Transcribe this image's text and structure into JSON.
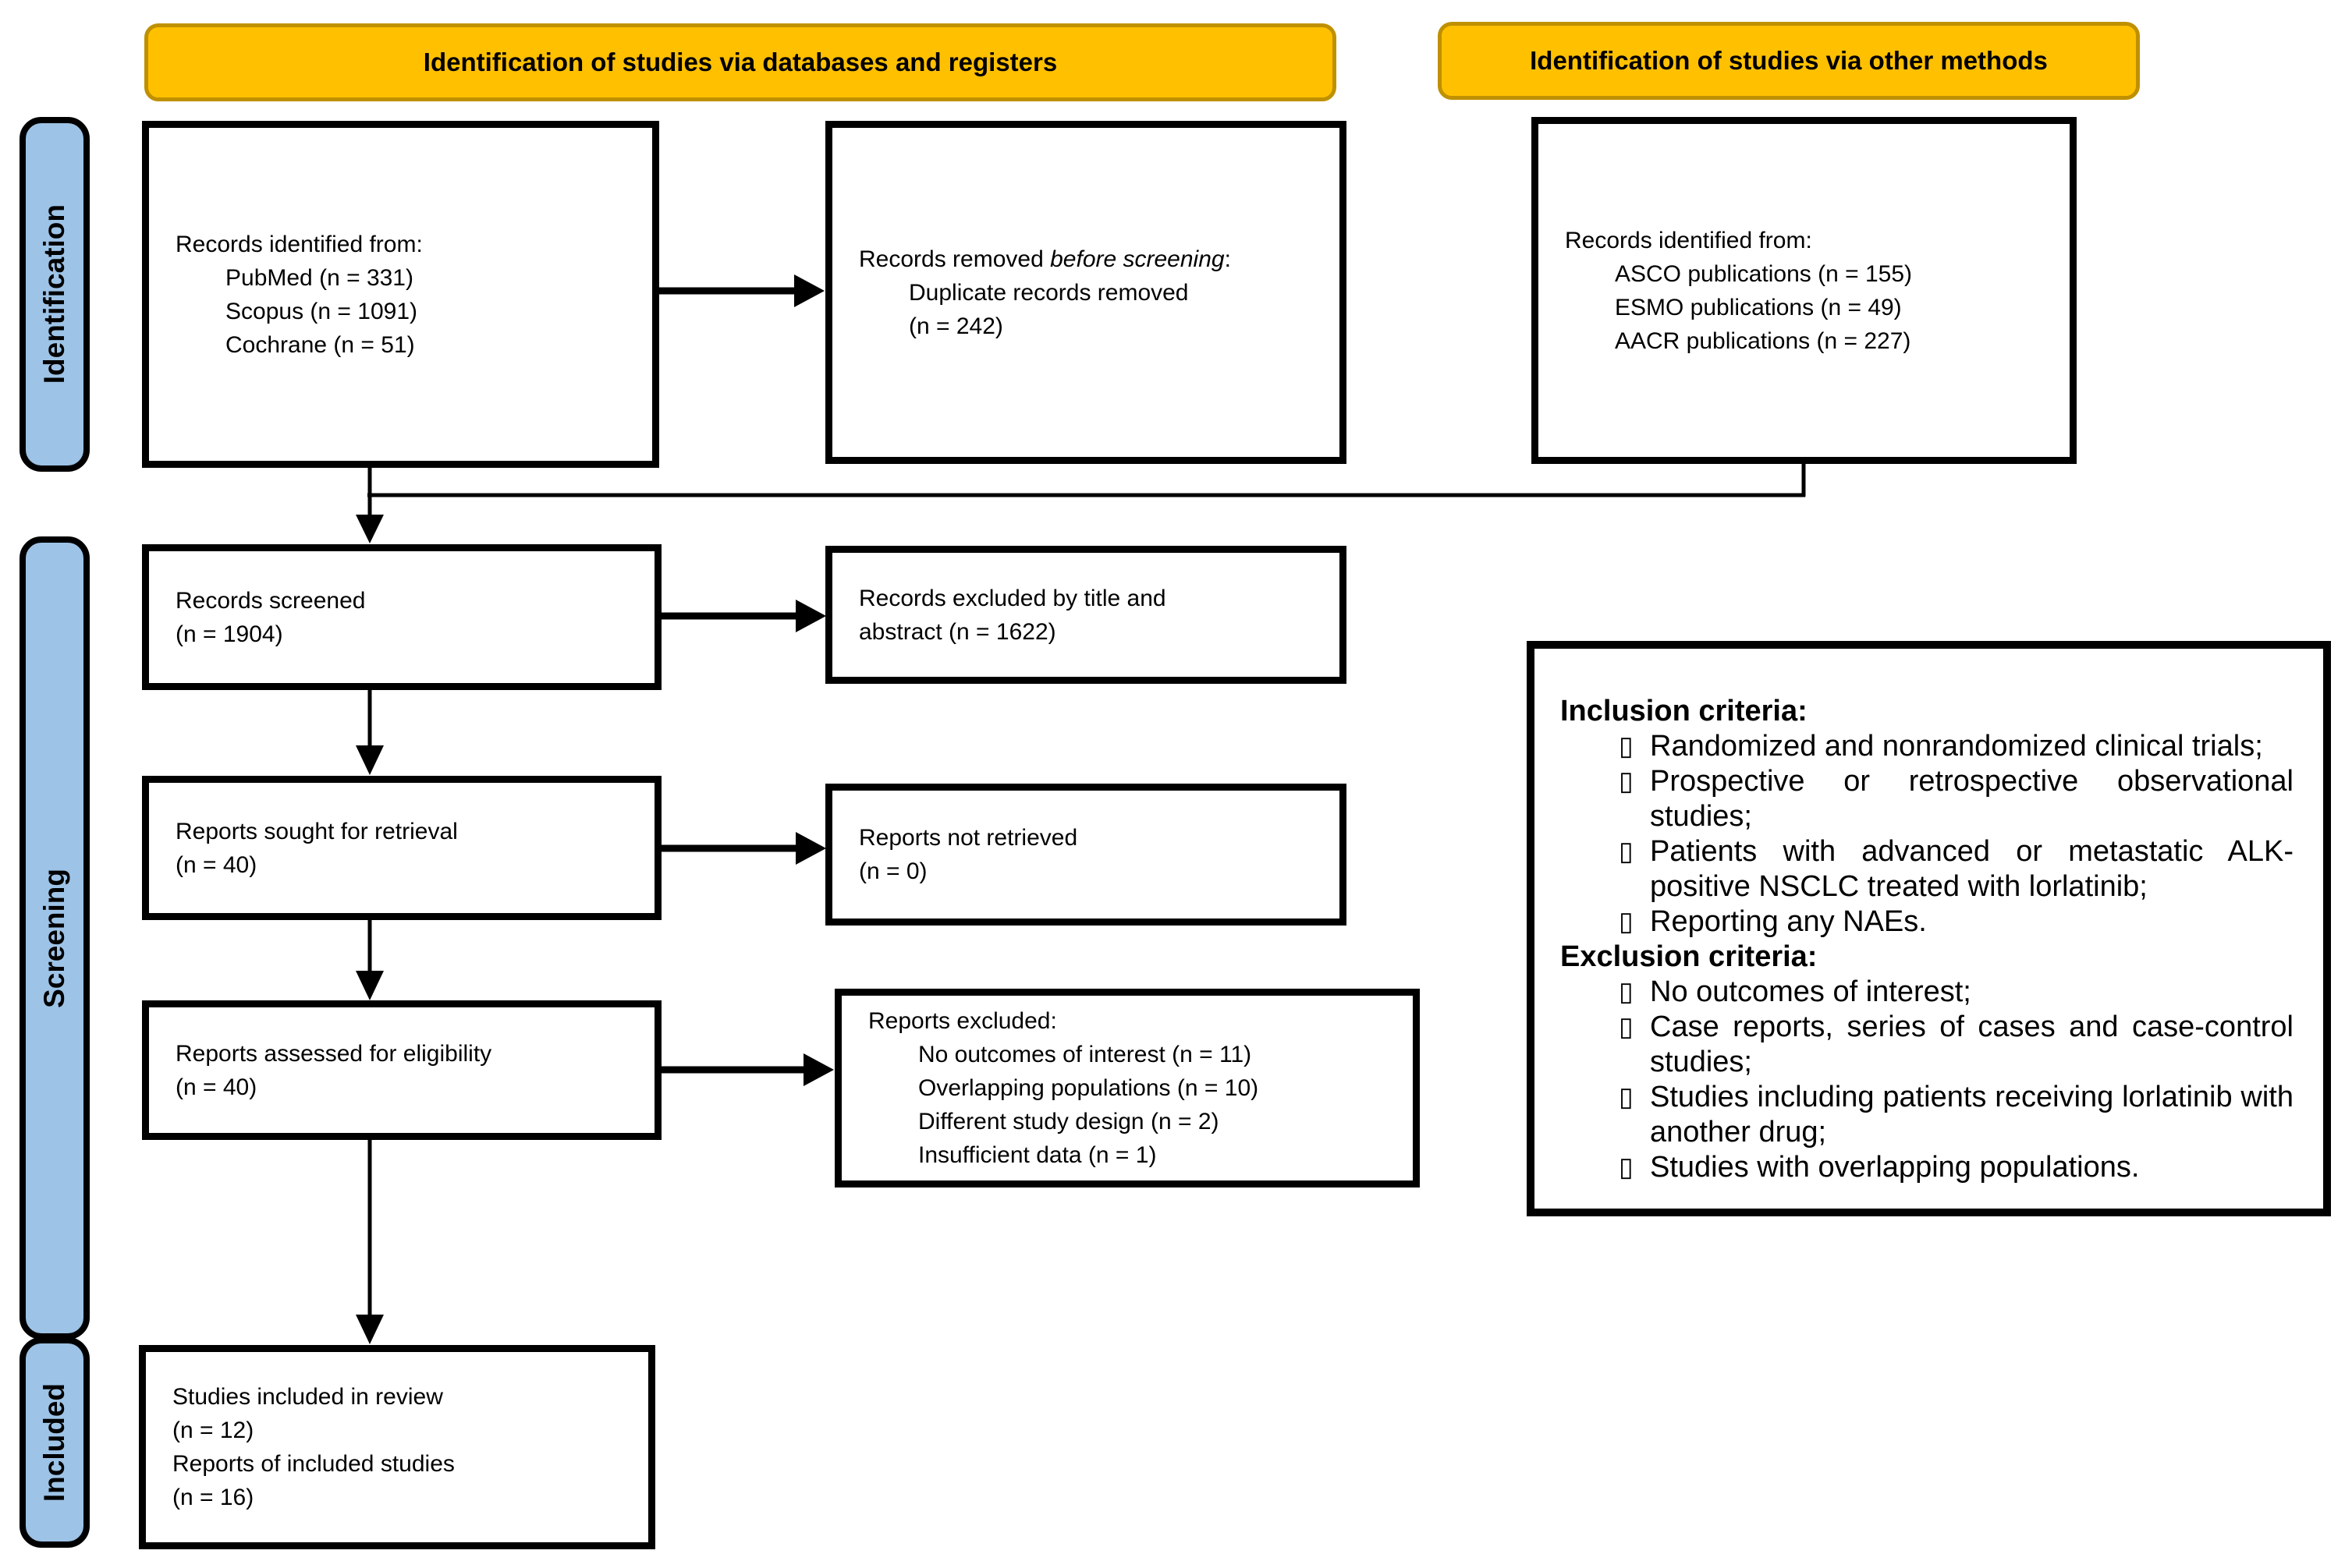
{
  "banners": {
    "left": "Identification of studies via databases and registers",
    "right": "Identification of studies via other methods"
  },
  "sidebar": {
    "identification": "Identification",
    "screening": "Screening",
    "included": "Included"
  },
  "boxes": {
    "db_records": {
      "title": "Records identified from:",
      "items": [
        "PubMed (n = 331)",
        "Scopus (n = 1091)",
        "Cochrane (n = 51)"
      ]
    },
    "removed": {
      "pre": "Records removed ",
      "italic": "before screening",
      "post": ":",
      "item_line1": "Duplicate records removed",
      "item_line2": "(n = 242)"
    },
    "other_records": {
      "title": "Records identified from:",
      "items": [
        "ASCO publications (n = 155)",
        "ESMO publications (n = 49)",
        "AACR publications (n = 227)"
      ]
    },
    "screened": {
      "lines": [
        "Records screened",
        "(n = 1904)"
      ]
    },
    "excluded_title_abstract": {
      "lines": [
        "Records excluded by title and",
        "abstract (n = 1622)"
      ]
    },
    "sought": {
      "lines": [
        "Reports sought for retrieval",
        "(n = 40)"
      ]
    },
    "not_retrieved": {
      "lines": [
        "Reports not retrieved",
        "(n = 0)"
      ]
    },
    "assessed": {
      "lines": [
        "Reports assessed for eligibility",
        "(n = 40)"
      ]
    },
    "reports_excluded": {
      "title": "Reports excluded:",
      "items": [
        "No outcomes of interest (n = 11)",
        "Overlapping populations (n = 10)",
        "Different study design (n = 2)",
        "Insufficient data (n = 1)"
      ]
    },
    "included": {
      "lines": [
        "Studies included in review",
        "(n = 12)",
        "Reports of included studies",
        "(n = 16)"
      ]
    }
  },
  "criteria": {
    "bullet": "▯",
    "inclusion_title": "Inclusion criteria:",
    "inclusion": [
      "Randomized and nonrandomized clinical trials;",
      "Prospective or retrospective observational studies;",
      "Patients with advanced or metastatic ALK-positive NSCLC treated with lorlatinib;",
      "Reporting any NAEs."
    ],
    "exclusion_title": "Exclusion criteria:",
    "exclusion": [
      "No outcomes of interest;",
      "Case reports, series of cases and case-control studies;",
      "Studies including patients receiving lorlatinib with another drug;",
      "Studies with overlapping populations."
    ]
  },
  "colors": {
    "banner_fill": "#FFC000",
    "banner_border": "#BF9000",
    "sidebar_fill": "#9DC3E6",
    "line": "#000000"
  }
}
